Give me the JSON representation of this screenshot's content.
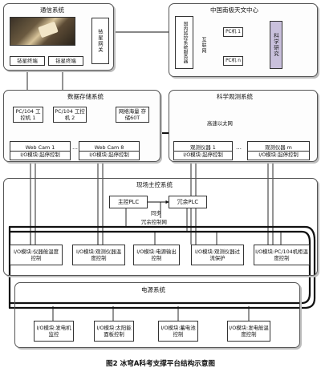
{
  "groups": {
    "comm": "通信系统",
    "center": "中国南极天文中心",
    "storage": "数据存储系统",
    "science": "科学观测系统",
    "control": "现场主控系统",
    "power": "电源系统"
  },
  "comm": {
    "gateway": "铱星网关",
    "terminal1": "铱星终端",
    "terminal2": "铱星终端"
  },
  "center": {
    "server": "国内监控系统服务器",
    "internet": "互联网",
    "pc1": "PC机 1",
    "pcn": "PC机 n",
    "research": "科学研究"
  },
  "storage": {
    "pc104_1": "PC/104 工控机 1",
    "pc104_2": "PC/104 工控机 2",
    "nas": "网络海量 存储60T",
    "webcam1": "Web Cam 1",
    "webcam8": "Web Cam 8",
    "io_webcam1": "I/O模块:起停控制",
    "io_webcam8": "I/O模块:起停控制"
  },
  "science": {
    "ethernet": "高速以太网",
    "inst1": "观测仪器 1",
    "instm": "观测仪器 m",
    "io_inst1": "I/O模块:起停控制",
    "io_instm": "I/O模块:起停控制"
  },
  "control": {
    "master_plc": "主控PLC",
    "redundant_plc": "冗余PLC",
    "sync": "同步",
    "redundancy": "冗余控制网",
    "io": [
      "I/O模块:仪器舱温度控制",
      "I/O模块:观测仪器温度控制",
      "I/O模块:电源输出控制",
      "I/O模块:观测仪器过流保护",
      "I/O模块:PC/104机柜温度控制"
    ]
  },
  "power": {
    "io": [
      "I/O模块:发电机监控",
      "I/O模块:太阳能面板控制",
      "I/O模块:蓄电池控制",
      "I/O模块:发电舱温度控制"
    ]
  },
  "caption": "图2 冰穹A科考支撑平台结构示意图",
  "colors": {
    "line": "#111111",
    "shadow": "#bdbdbd",
    "research": "#c9c0dc",
    "photo": "#6b5a40"
  }
}
